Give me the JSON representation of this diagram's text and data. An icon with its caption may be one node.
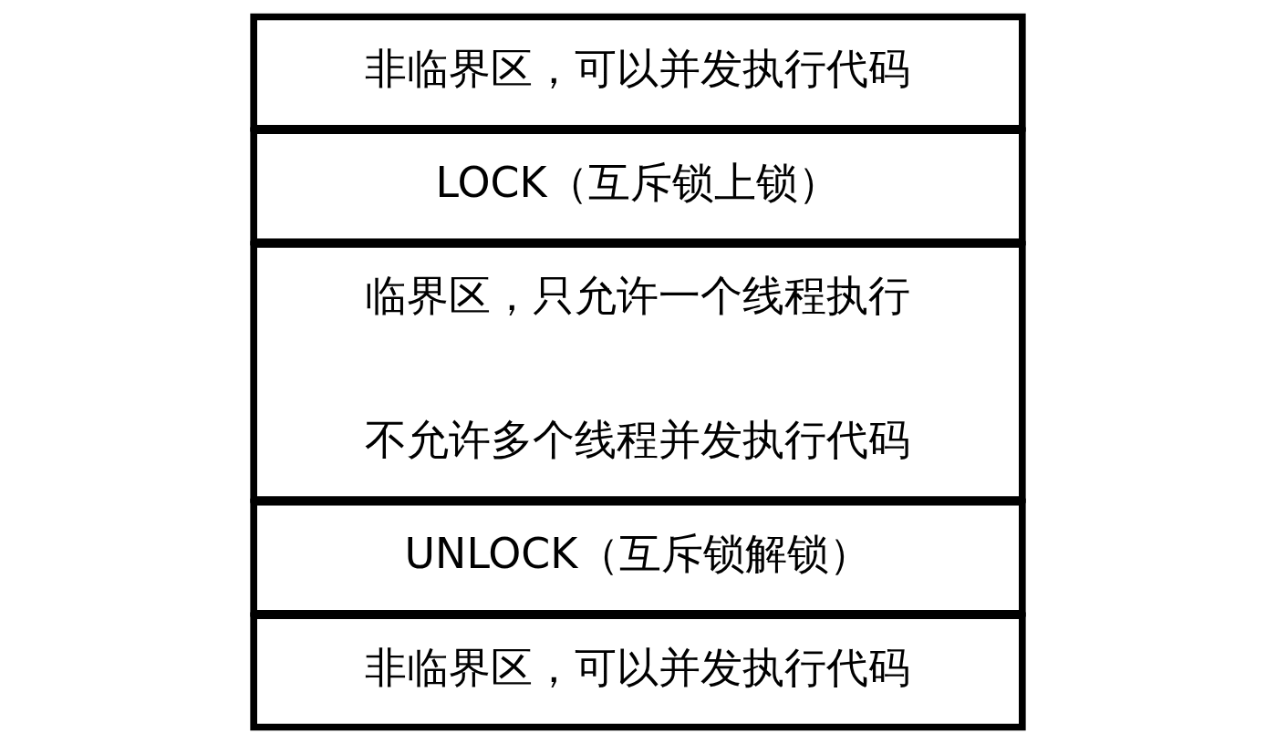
{
  "diagram": {
    "nodes": [
      {
        "text": [
          "非临界区，可以并发执行代码"
        ]
      },
      {
        "text": [
          "LOCK（互斥锁上锁）"
        ]
      },
      {
        "text": [
          "临界区，只允许一个线程执行",
          "不允许多个线程并发执行代码"
        ]
      },
      {
        "text": [
          "UNLOCK（互斥锁解锁）"
        ]
      },
      {
        "text": [
          "非临界区，可以并发执行代码"
        ]
      }
    ],
    "edges": []
  }
}
